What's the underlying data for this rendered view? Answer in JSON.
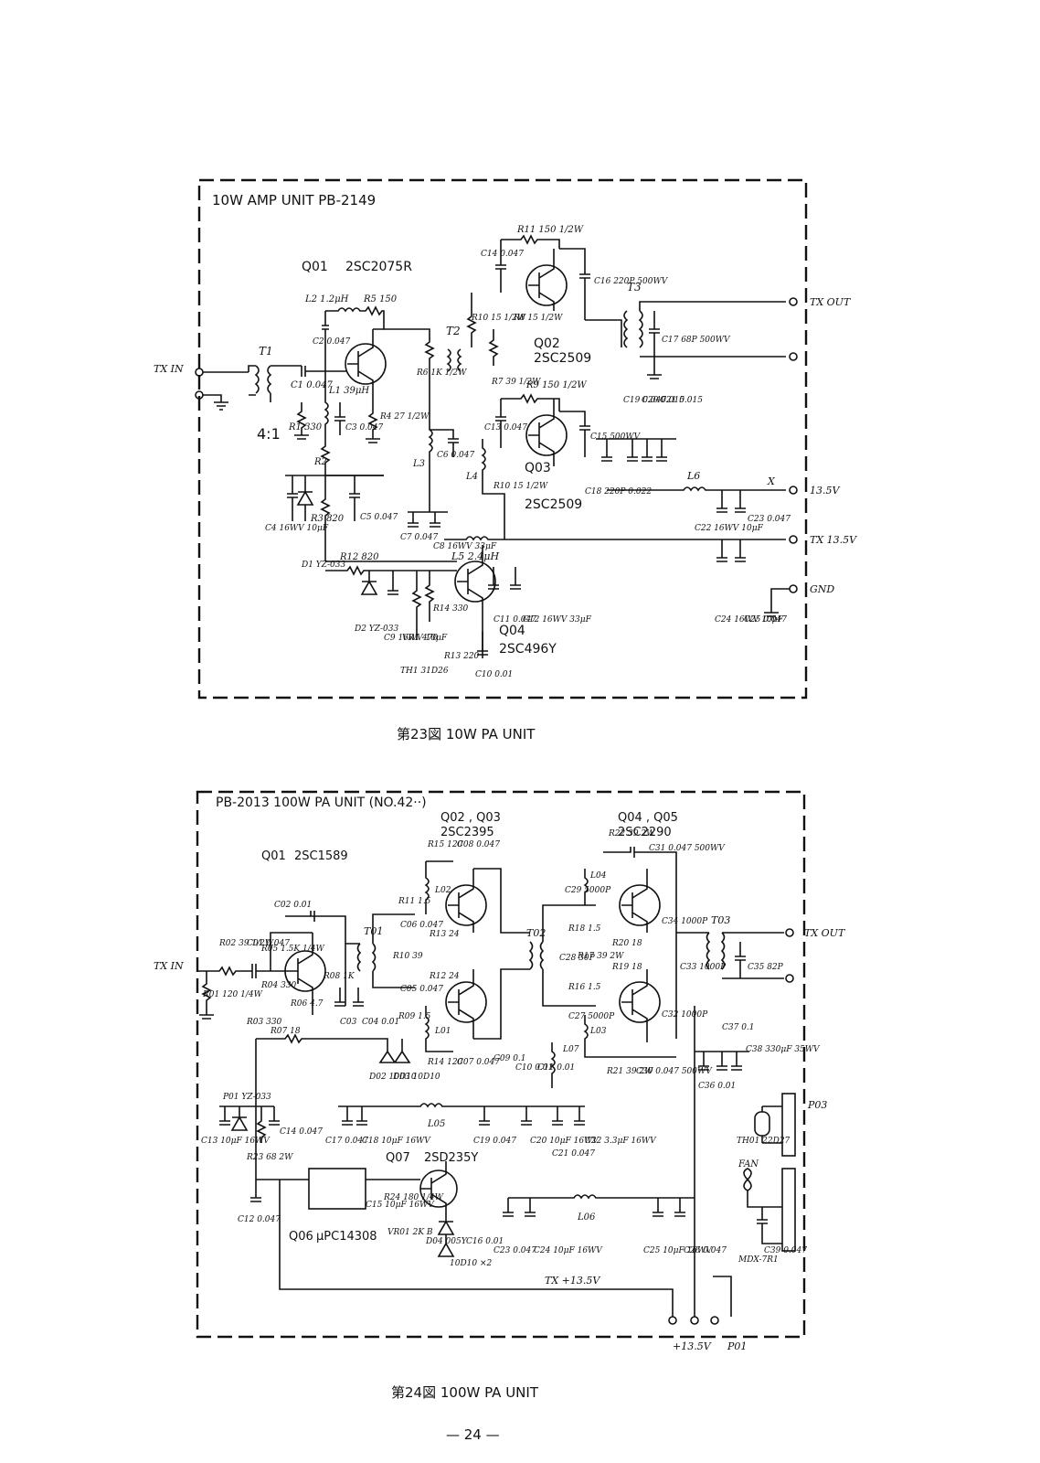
{
  "diagram1": {
    "title": "10W  AMP UNIT   PB-2149",
    "caption": "第23図   10W  PA  UNIT",
    "ports": {
      "tx_in": "TX IN",
      "tx_out": "TX OUT",
      "v13": "13.5V",
      "tx13": "TX  13.5V",
      "gnd": "GND",
      "x": "X"
    },
    "transistors": [
      {
        "ref": "Q01",
        "type": "2SC2075R"
      },
      {
        "ref": "Q02",
        "type": "2SC2509"
      },
      {
        "ref": "Q03",
        "type": "2SC2509"
      },
      {
        "ref": "Q04",
        "type": "2SC496Y"
      }
    ],
    "transformers": [
      "T1",
      "T2",
      "T3"
    ],
    "ratio": "4:1",
    "labels": {
      "L2": "L2 1.2μH",
      "R5": "R5 150",
      "C1": "C1 0.047",
      "C2": "C2 0.047",
      "L1": "L1 39μH",
      "R1": "R1 330",
      "R2": "R2",
      "R3": "R3 820",
      "R4": "R4 27 1/2W",
      "R6": "R6 1K 1/2W",
      "C3": "C3 0.047",
      "C4": "C4 16WV 10μF",
      "C5": "C5 0.047",
      "D1": "D1 YZ-033",
      "L3": "L3",
      "C6": "C6 0.047",
      "C7": "C7 0.047",
      "C8": "C8 16WV 33μF",
      "L4": "L4",
      "R7": "R7 39 1/2W",
      "R8": "R8 15 1/2W",
      "R9": "R9 150 1/2W",
      "R10": "R10 15 1/2W",
      "R11": "R11 150 1/2W",
      "C13": "C13 0.047",
      "C14": "C14 0.047",
      "C15": "C15 500WV",
      "C16": "C16 220P 500WV",
      "C17": "C17 68P 500WV",
      "C18": "C18 220P 0.022",
      "C19": "C19 0.047",
      "C20": "C20 0.015",
      "C21": "C21 0.015",
      "L6": "L6",
      "C22": "C22 16WV 10μF",
      "C23": "C23 0.047",
      "L5": "L5  2.4μH",
      "R12": "R12 820",
      "D2": "D2 YZ-033",
      "C9": "C9 16WV 10μF",
      "VR1": "VR1 470",
      "R14": "R14 330",
      "R13": "R13 220",
      "TH1": "TH1 31D26",
      "C10": "C10 0.01",
      "C11": "C11 0.047",
      "C12": "C12 16WV 33μF",
      "C24": "C24 16WV 10μF",
      "C25": "C25 0.047"
    }
  },
  "diagram2": {
    "title": "PB-2013  100W PA UNIT (NO.42··)",
    "caption": "第24図    100W  PA  UNIT",
    "ports": {
      "tx_in": "TX IN",
      "tx_out": "TX OUT",
      "plus13": "+13.5V",
      "p01": "P01",
      "tx135": "TX +13.5V",
      "p03": "P03",
      "fan": "FAN"
    },
    "transistors": [
      {
        "ref": "Q01",
        "type": "2SC1589"
      },
      {
        "ref": "Q02 , Q03",
        "type": "2SC2395"
      },
      {
        "ref": "Q04 , Q05",
        "type": "2SC2290"
      },
      {
        "ref": "Q07",
        "type": "2SD235Y"
      },
      {
        "ref": "Q06",
        "type": "μPC14308"
      }
    ],
    "transformers": [
      "T01",
      "T02",
      "T03"
    ],
    "labels": {
      "R01": "R01 120 1/4W",
      "R02": "R02 39 1/2W",
      "C01": "C01 0.047",
      "R05": "R05 1.5K 1/4W",
      "C02": "C02 0.01",
      "R04": "R04 330",
      "R03": "R03 330",
      "R06": "R06 4.7",
      "R08": "R08 1K",
      "R07": "R07 18",
      "P01": "P01 YZ-033",
      "C13": "C13 10μF 16WV",
      "R23": "R23 68 2W",
      "C14": "C14 0.047",
      "C12": "C12 0.047",
      "C17": "C17 0.047",
      "C18": "C18 10μF 16WV",
      "C03": "C03",
      "C04": "C04 0.01",
      "D02": "D02 10D10",
      "D03": "D03 10D10",
      "R11": "R11 1.5",
      "R09": "R09 1.5",
      "R10": "R10 39",
      "R13": "R13 24",
      "R12": "R12 24",
      "C06": "C06 0.047",
      "C05": "C05 0.047",
      "R15": "R15 120",
      "C08": "C08 0.047",
      "R14": "R14 120",
      "C07": "C07 0.047",
      "L01": "L01",
      "L02": "L02",
      "L05": "L05",
      "C19": "C19 0.047",
      "C09": "C09 0.1",
      "C10": "C10 0.01",
      "C11": "C11 0.01",
      "C20": "C20 10μF 16WV",
      "C21": "C21 0.047",
      "C22": "C22 3.3μF 16WV",
      "R22": "R22 39 2W",
      "C31": "C31 0.047 500WV",
      "L04": "L04",
      "C29": "C29 5000P",
      "R18": "R18 1.5",
      "R20": "R20 18",
      "R17": "R17 39 2W",
      "R19": "R19 18",
      "R16": "R16 1.5",
      "C28": "C28 30P",
      "C27": "C27 5000P",
      "L03": "L03",
      "L07": "L07",
      "C34": "C34 1000P",
      "C33": "C33 1000P",
      "C32": "C32 1000P",
      "C35": "C35 82P",
      "R21": "R21 39 2W",
      "C30": "C30 0.047 500WV",
      "C36": "C36 0.01",
      "C37": "C37 0.1",
      "C38": "C38 330μF 35WV",
      "TH01": "TH01 22D27",
      "MDX": "MDX-7R1",
      "C39": "C39 0.047",
      "C15": "C15 10μF 16WV",
      "R24": "R24 180 1/4W",
      "VR01": "VR01 2K B",
      "D04": "D04 005Y",
      "D05": "10D10 ×2",
      "C16": "C16 0.01",
      "C23": "C23 0.047",
      "C24": "C24 10μF 16WV",
      "L06": "L06",
      "C25": "C25 10μF 16WV",
      "C26": "C26 0.047"
    }
  },
  "page_number": "— 24 —"
}
